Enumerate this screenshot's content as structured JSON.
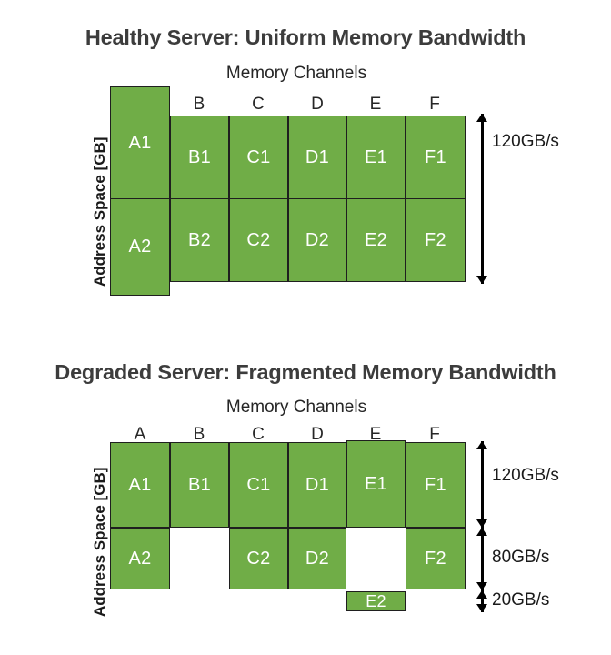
{
  "figure": {
    "axis_label": "Address Space [GB]",
    "channels_label": "Memory Channels",
    "block_color": "#70ad47",
    "block_border_color": "#1f1f1f",
    "title_color": "#3c3c3c"
  },
  "panels": [
    {
      "id": "healthy",
      "title": "Healthy Server: Uniform Memory Bandwidth",
      "axis_label": "Address Space [GB]",
      "channels_label": "Memory Channels",
      "column_headers": [
        "",
        "B",
        "C",
        "D",
        "E",
        "F"
      ],
      "blocks": [
        {
          "label": "A1",
          "column": "A",
          "row": 1
        },
        {
          "label": "B1",
          "column": "B",
          "row": 1
        },
        {
          "label": "C1",
          "column": "C",
          "row": 1
        },
        {
          "label": "D1",
          "column": "D",
          "row": 1
        },
        {
          "label": "E1",
          "column": "E",
          "row": 1
        },
        {
          "label": "F1",
          "column": "F",
          "row": 1
        },
        {
          "label": "A2",
          "column": "A",
          "row": 2
        },
        {
          "label": "B2",
          "column": "B",
          "row": 2
        },
        {
          "label": "C2",
          "column": "C",
          "row": 2
        },
        {
          "label": "D2",
          "column": "D",
          "row": 2
        },
        {
          "label": "E2",
          "column": "E",
          "row": 2
        },
        {
          "label": "F2",
          "column": "F",
          "row": 2
        }
      ],
      "bandwidth_markers": [
        {
          "label": "120GB/s",
          "spans": "rows 1-2"
        }
      ]
    },
    {
      "id": "degraded",
      "title": "Degraded Server: Fragmented Memory Bandwidth",
      "axis_label": "Address Space [GB]",
      "channels_label": "Memory Channels",
      "column_headers": [
        "A",
        "B",
        "C",
        "D",
        "E",
        "F"
      ],
      "blocks": [
        {
          "label": "A1",
          "column": "A",
          "row": 1
        },
        {
          "label": "B1",
          "column": "B",
          "row": 1
        },
        {
          "label": "C1",
          "column": "C",
          "row": 1
        },
        {
          "label": "D1",
          "column": "D",
          "row": 1
        },
        {
          "label": "E1",
          "column": "E",
          "row": 1
        },
        {
          "label": "F1",
          "column": "F",
          "row": 1
        },
        {
          "label": "A2",
          "column": "A",
          "row": 2
        },
        {
          "label": "C2",
          "column": "C",
          "row": 2
        },
        {
          "label": "D2",
          "column": "D",
          "row": 2
        },
        {
          "label": "F2",
          "column": "F",
          "row": 2
        },
        {
          "label": "E2",
          "column": "E",
          "row": 3
        }
      ],
      "empty_cells": [
        {
          "column": "B",
          "row": 2
        },
        {
          "column": "E",
          "row": 2
        }
      ],
      "bandwidth_markers": [
        {
          "label": "120GB/s",
          "spans": "row 1"
        },
        {
          "label": "80GB/s",
          "spans": "row 2"
        },
        {
          "label": "20GB/s",
          "spans": "row 3"
        }
      ]
    }
  ],
  "chart_data": {
    "type": "table",
    "title": "Memory channel population per address-space region",
    "xlabel": "Memory Channels",
    "ylabel": "Address Space [GB]",
    "categories": [
      "A",
      "B",
      "C",
      "D",
      "E",
      "F"
    ],
    "series": [
      {
        "name": "Healthy Server: Uniform Memory Bandwidth",
        "rows": [
          {
            "row": 1,
            "cells": [
              "A1",
              "B1",
              "C1",
              "D1",
              "E1",
              "F1"
            ],
            "bandwidth": "120GB/s"
          },
          {
            "row": 2,
            "cells": [
              "A2",
              "B2",
              "C2",
              "D2",
              "E2",
              "F2"
            ],
            "bandwidth": "120GB/s"
          }
        ],
        "bandwidth_values": [
          120
        ],
        "bandwidth_unit": "GB/s"
      },
      {
        "name": "Degraded Server: Fragmented Memory Bandwidth",
        "rows": [
          {
            "row": 1,
            "cells": [
              "A1",
              "B1",
              "C1",
              "D1",
              "E1",
              "F1"
            ],
            "bandwidth": "120GB/s"
          },
          {
            "row": 2,
            "cells": [
              "A2",
              "",
              "C2",
              "D2",
              "",
              "F2"
            ],
            "bandwidth": "80GB/s"
          },
          {
            "row": 3,
            "cells": [
              "",
              "",
              "",
              "",
              "E2",
              ""
            ],
            "bandwidth": "20GB/s"
          }
        ],
        "bandwidth_values": [
          120,
          80,
          20
        ],
        "bandwidth_unit": "GB/s"
      }
    ]
  }
}
